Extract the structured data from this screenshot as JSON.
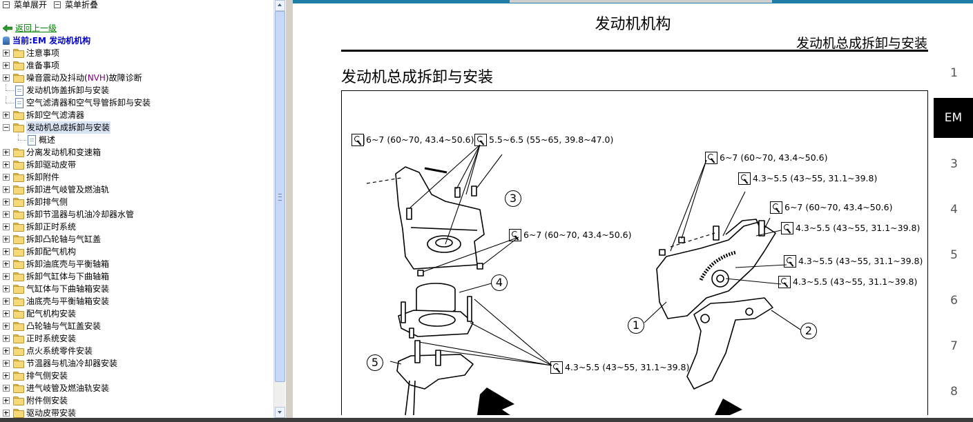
{
  "toolbar": {
    "expand_label": "菜单展开",
    "collapse_label": "菜单折叠"
  },
  "nav": {
    "back_label": "返回上一级",
    "current_label": "当前:EM 发动机机构"
  },
  "tree": [
    {
      "label": "注意事项",
      "type": "folder",
      "level": 0,
      "expanded": false
    },
    {
      "label": "准备事项",
      "type": "folder",
      "level": 0,
      "expanded": false
    },
    {
      "label_a": "噪音震动及抖动(",
      "label_b": "NVH",
      "label_c": ")故障诊断",
      "type": "folder",
      "level": 0,
      "expanded": false
    },
    {
      "label": "发动机饰盖拆卸与安装",
      "type": "page",
      "level": 0
    },
    {
      "label": "空气滤清器和空气导管拆卸与安装",
      "type": "page",
      "level": 0
    },
    {
      "label": "拆卸空气滤清器",
      "type": "folder",
      "level": 0,
      "expanded": false
    },
    {
      "label": "发动机总成拆卸与安装",
      "type": "folder",
      "level": 0,
      "expanded": true,
      "selected": true
    },
    {
      "label": "概述",
      "type": "page",
      "level": 1
    },
    {
      "label": "分离发动机和变速箱",
      "type": "folder",
      "level": 0,
      "expanded": false
    },
    {
      "label": "拆卸驱动皮带",
      "type": "folder",
      "level": 0,
      "expanded": false
    },
    {
      "label": "拆卸附件",
      "type": "folder",
      "level": 0,
      "expanded": false
    },
    {
      "label": "拆卸进气岐管及燃油轨",
      "type": "folder",
      "level": 0,
      "expanded": false
    },
    {
      "label": "拆卸排气侧",
      "type": "folder",
      "level": 0,
      "expanded": false
    },
    {
      "label": "拆卸节温器与机油冷却器水管",
      "type": "folder",
      "level": 0,
      "expanded": false
    },
    {
      "label": "拆卸正时系统",
      "type": "folder",
      "level": 0,
      "expanded": false
    },
    {
      "label": "拆卸凸轮轴与气缸盖",
      "type": "folder",
      "level": 0,
      "expanded": false
    },
    {
      "label": "拆卸配气机构",
      "type": "folder",
      "level": 0,
      "expanded": false
    },
    {
      "label": "拆卸油底壳与平衡轴箱",
      "type": "folder",
      "level": 0,
      "expanded": false
    },
    {
      "label": "拆卸气缸体与下曲轴箱",
      "type": "folder",
      "level": 0,
      "expanded": false
    },
    {
      "label": "气缸体与下曲轴箱安装",
      "type": "folder",
      "level": 0,
      "expanded": false
    },
    {
      "label": "油底壳与平衡轴箱安装",
      "type": "folder",
      "level": 0,
      "expanded": false
    },
    {
      "label": "配气机构安装",
      "type": "folder",
      "level": 0,
      "expanded": false
    },
    {
      "label": "凸轮轴与气缸盖安装",
      "type": "folder",
      "level": 0,
      "expanded": false
    },
    {
      "label": "正时系统安装",
      "type": "folder",
      "level": 0,
      "expanded": false
    },
    {
      "label": "点火系统零件安装",
      "type": "folder",
      "level": 0,
      "expanded": false
    },
    {
      "label": "节温器与机油冷却器安装",
      "type": "folder",
      "level": 0,
      "expanded": false
    },
    {
      "label": "排气侧安装",
      "type": "folder",
      "level": 0,
      "expanded": false
    },
    {
      "label": "进气岐管及燃油轨安装",
      "type": "folder",
      "level": 0,
      "expanded": false
    },
    {
      "label": "附件侧安装",
      "type": "folder",
      "level": 0,
      "expanded": false
    },
    {
      "label": "驱动皮带安装",
      "type": "folder",
      "level": 0,
      "expanded": false
    }
  ],
  "doc": {
    "title": "发动机机构",
    "section_right": "发动机总成拆卸与安装",
    "heading": "发动机总成拆卸与安装"
  },
  "figure": {
    "torques": [
      "6~7 (60~70, 43.4~50.6)",
      "5.5~6.5 (55~65, 39.8~47.0)",
      "6~7 (60~70, 43.4~50.6)",
      "4.3~5.5 (43~55, 31.1~39.8)",
      "6~7 (60~70, 43.4~50.6)",
      "4.3~5.5 (43~55, 31.1~39.8)",
      "6~7 (60~70, 43.4~50.6)",
      "4.3~5.5 (43~55, 31.1~39.8)",
      "4.3~5.5 (43~55, 31.1~39.8)",
      "4.3~5.5 (43~55, 31.1~39.8)"
    ],
    "callouts": [
      "3",
      "4",
      "5",
      "1",
      "2"
    ]
  },
  "side_tabs": [
    "1",
    "EM",
    "3",
    "4",
    "5",
    "6",
    "7",
    "8"
  ],
  "colors": {
    "accent": "#1e7ea8",
    "back_link": "#008000",
    "current": "#0000cc",
    "selected_bg": "#d8e4f4",
    "nvh": "#800080"
  },
  "icons": [
    "expand-menu-icon",
    "collapse-menu-icon",
    "back-arrow-icon",
    "current-book-icon",
    "folder-icon",
    "page-icon",
    "wrench-icon"
  ]
}
